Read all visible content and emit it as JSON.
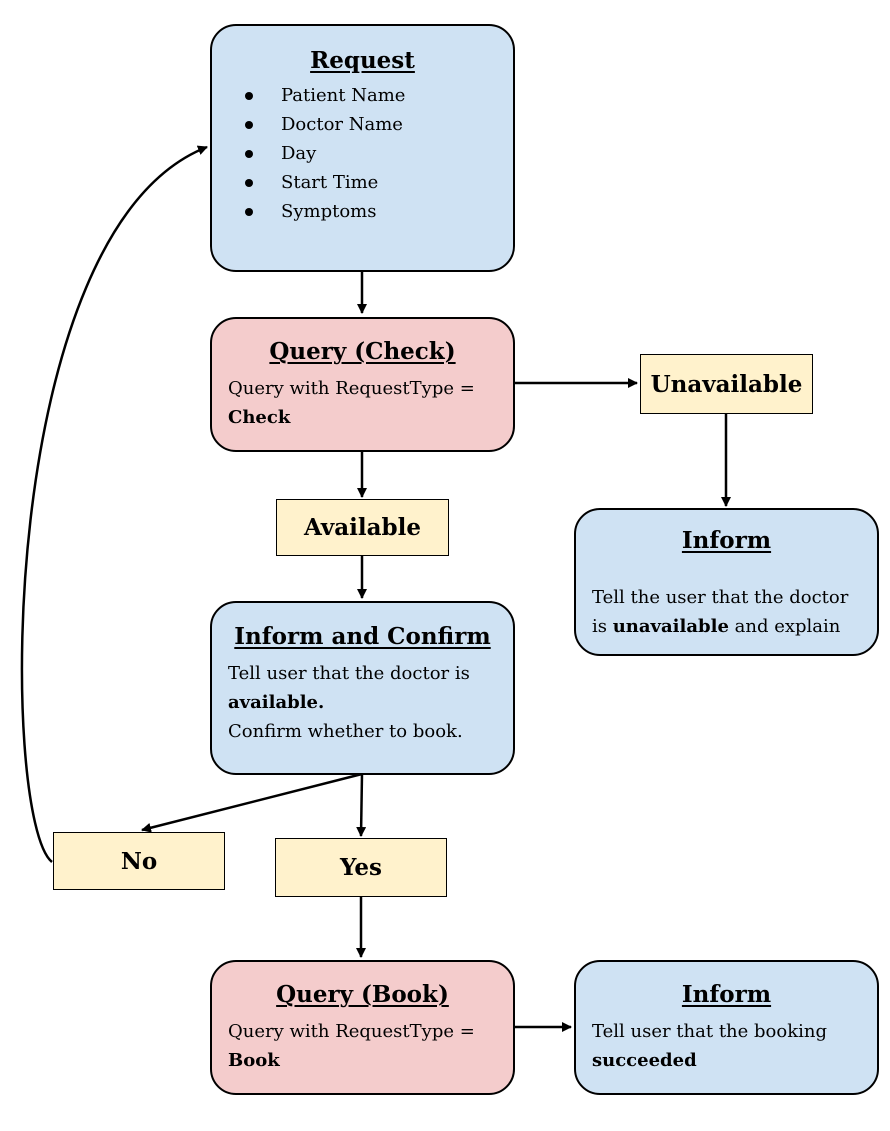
{
  "request": {
    "title": "Request",
    "items": [
      "Patient Name",
      "Doctor Name",
      "Day",
      "Start Time",
      "Symptoms"
    ]
  },
  "query_check": {
    "title": "Query (Check)",
    "text": "Query with RequestType =",
    "bold": "Check"
  },
  "unavailable": {
    "label": "Unavailable"
  },
  "available": {
    "label": "Available"
  },
  "inform_unavailable": {
    "title": "Inform",
    "line1": "Tell the user that the doctor",
    "pre": "is ",
    "bold": "unavailable",
    "post": " and explain"
  },
  "inform_confirm": {
    "title": "Inform and Confirm",
    "line1": "Tell user that the doctor  is",
    "bold": "available.",
    "line3": "Confirm whether to book."
  },
  "no": {
    "label": "No"
  },
  "yes": {
    "label": "Yes"
  },
  "query_book": {
    "title": "Query (Book)",
    "text": "Query with RequestType =",
    "bold": "Book"
  },
  "inform_success": {
    "title": "Inform",
    "line1": "Tell user that the booking",
    "bold": "succeeded"
  },
  "colors": {
    "blue_box": "#cfe2f3",
    "pink_box": "#f4cccc",
    "yellow_box": "#fff2cc"
  }
}
